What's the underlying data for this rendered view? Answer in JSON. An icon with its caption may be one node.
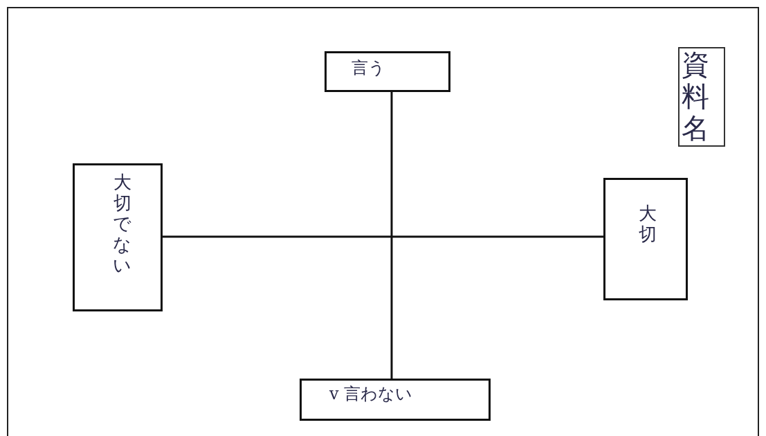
{
  "diagram": {
    "nodes": [
      {
        "text": [
          "言う"
        ]
      },
      {
        "text": [
          "資料名"
        ]
      },
      {
        "text": [
          "大切でない"
        ]
      },
      {
        "text": [
          "大切"
        ]
      },
      {
        "text": [
          "v 言わない"
        ]
      }
    ],
    "edges": [
      {
        "from": 0,
        "to": 4,
        "arrow": "none"
      },
      {
        "from": 2,
        "to": 3,
        "arrow": "none"
      }
    ]
  }
}
